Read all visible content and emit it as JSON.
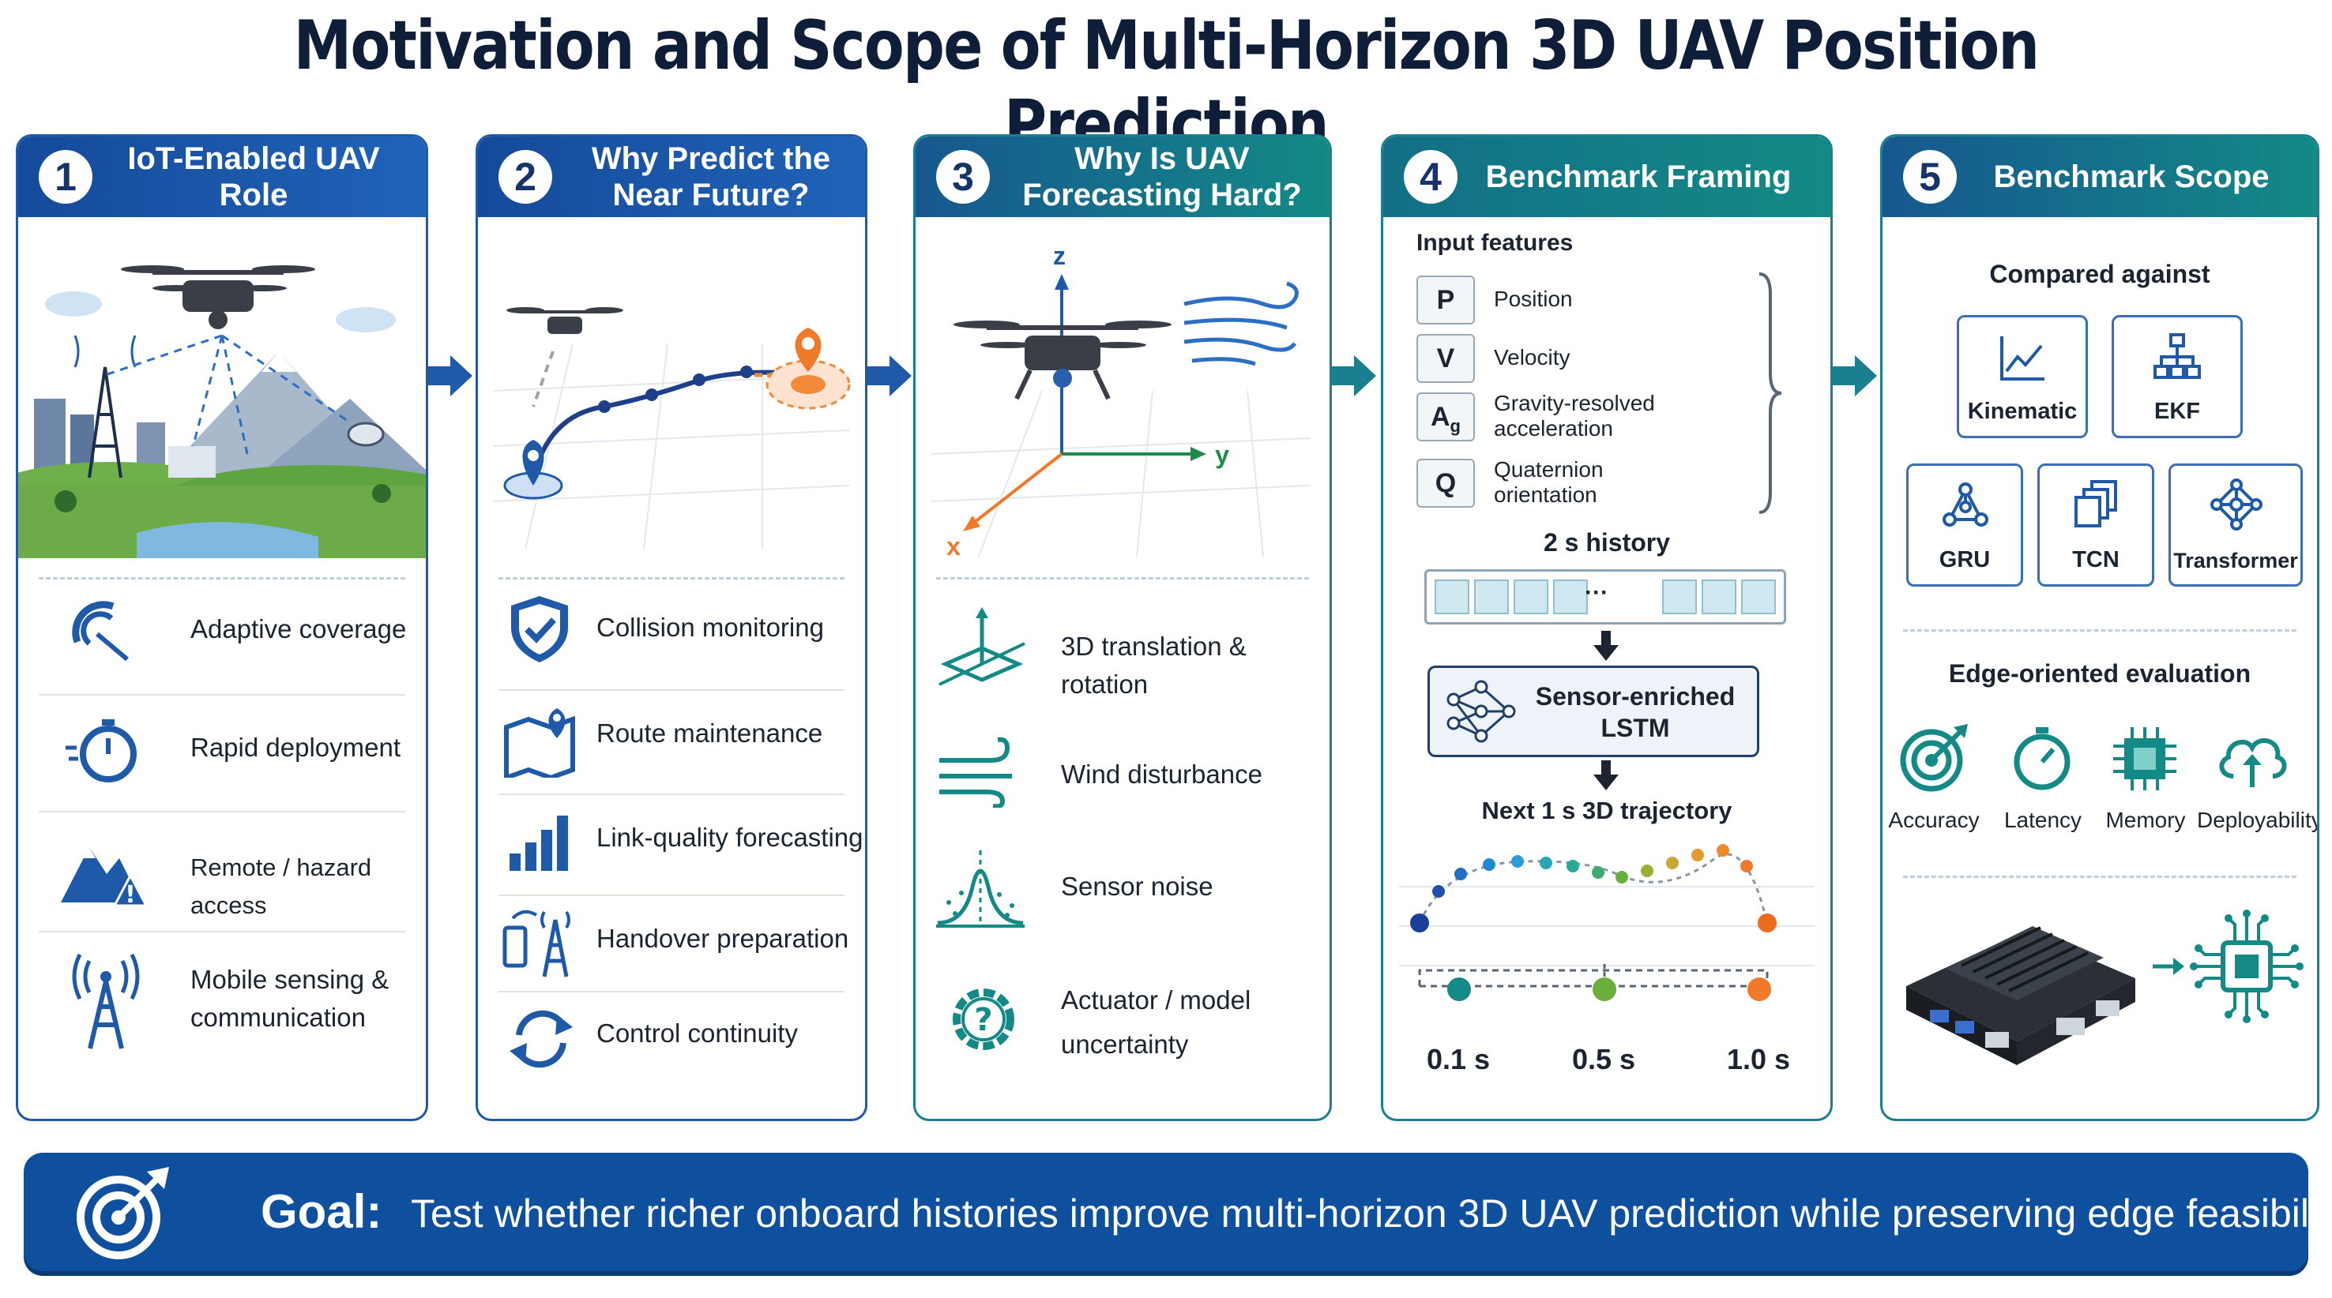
{
  "title": "Motivation and Scope of Multi-Horizon 3D UAV Position Prediction",
  "colors": {
    "blue": "#1e5aa8",
    "teal": "#138a86",
    "navy": "#0e4f9e"
  },
  "panels": [
    {
      "number": "1",
      "title": "IoT-Enabled UAV Role",
      "items": [
        {
          "label": "Adaptive coverage",
          "icon": "radar-icon"
        },
        {
          "label": "Rapid deployment",
          "icon": "stopwatch-icon"
        },
        {
          "label": "Remote / hazard access",
          "icon": "mountain-warning-icon"
        },
        {
          "label": "Mobile sensing & communication",
          "icon": "antenna-icon"
        }
      ]
    },
    {
      "number": "2",
      "title": "Why Predict the Near Future?",
      "items": [
        {
          "label": "Collision monitoring",
          "icon": "shield-check-icon"
        },
        {
          "label": "Route maintenance",
          "icon": "map-pin-icon"
        },
        {
          "label": "Link-quality forecasting",
          "icon": "signal-bars-icon"
        },
        {
          "label": "Handover preparation",
          "icon": "phone-tower-icon"
        },
        {
          "label": "Control continuity",
          "icon": "cycle-arrows-icon"
        }
      ]
    },
    {
      "number": "3",
      "title": "Why Is UAV Forecasting Hard?",
      "axes": {
        "z": "z",
        "y": "y",
        "x": "x"
      },
      "items": [
        {
          "label": "3D translation & rotation",
          "icon": "axes-icon"
        },
        {
          "label": "Wind disturbance",
          "icon": "wind-icon"
        },
        {
          "label": "Sensor noise",
          "icon": "bell-curve-icon"
        },
        {
          "label": "Actuator / model uncertainty",
          "icon": "gear-question-icon"
        }
      ]
    },
    {
      "number": "4",
      "title": "Benchmark Framing",
      "input_features_label": "Input features",
      "features": [
        {
          "symbol": "P",
          "label": "Position"
        },
        {
          "symbol": "V",
          "label": "Velocity"
        },
        {
          "symbol": "A",
          "sub": "g",
          "label": "Gravity-resolved acceleration"
        },
        {
          "symbol": "Q",
          "label": "Quaternion orientation"
        }
      ],
      "history_label": "2 s history",
      "ellipsis": "···",
      "model_label": "Sensor-enriched LSTM",
      "output_label": "Next 1 s 3D trajectory",
      "horizons": [
        "0.1 s",
        "0.5 s",
        "1.0 s"
      ]
    },
    {
      "number": "5",
      "title": "Benchmark Scope",
      "compared_label": "Compared against",
      "baselines": [
        "Kinematic",
        "EKF",
        "GRU",
        "TCN",
        "Transformer"
      ],
      "edge_label": "Edge-oriented evaluation",
      "metrics": [
        {
          "label": "Accuracy",
          "icon": "target-icon"
        },
        {
          "label": "Latency",
          "icon": "stopwatch-icon"
        },
        {
          "label": "Memory",
          "icon": "chip-icon"
        },
        {
          "label": "Deployability",
          "icon": "cloud-upload-icon"
        }
      ]
    }
  ],
  "goal": {
    "label": "Goal:",
    "text": "Test whether richer onboard histories improve multi-horizon 3D UAV prediction while preserving edge feasibility."
  }
}
